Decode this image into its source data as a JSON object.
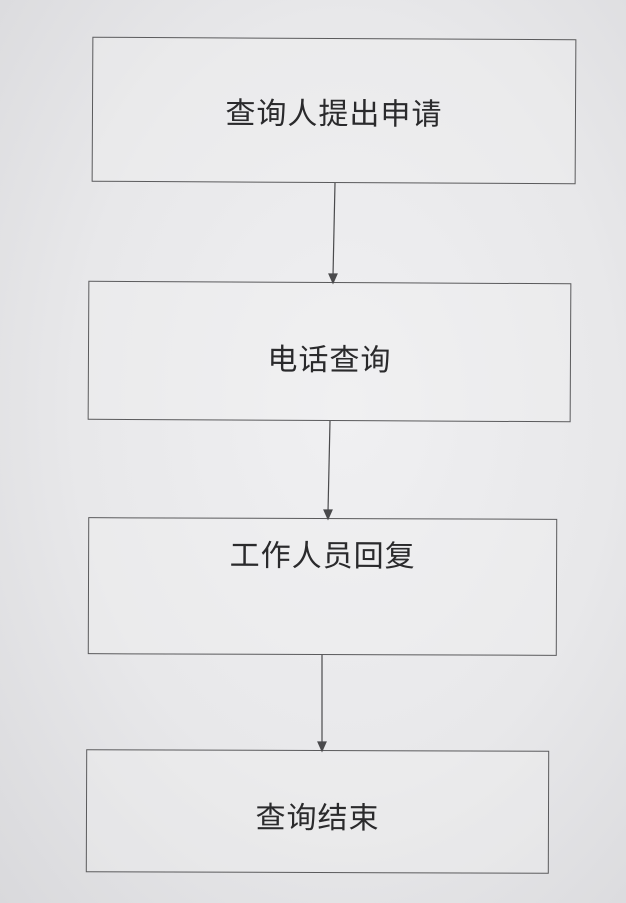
{
  "flowchart": {
    "steps": [
      {
        "label": "查询人提出申请"
      },
      {
        "label": "电话查询"
      },
      {
        "label": "工作人员回复"
      },
      {
        "label": "查询结束"
      }
    ]
  }
}
